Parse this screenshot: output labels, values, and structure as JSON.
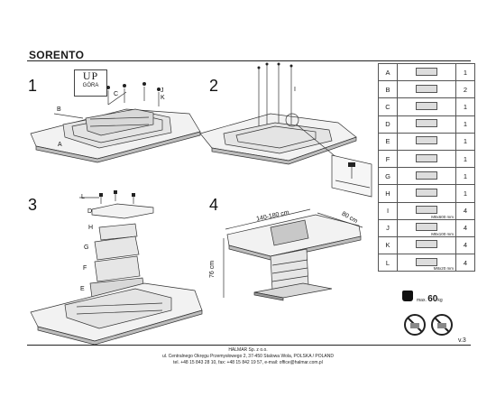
{
  "title": "SORENTO",
  "steps": [
    "1",
    "2",
    "3",
    "4"
  ],
  "up_box": {
    "main": "UP",
    "sub": "GÓRA"
  },
  "step1_labels": {
    "c": "C",
    "j": "J",
    "k": "K",
    "b": "B",
    "a": "A"
  },
  "step2_labels": {
    "i": "I"
  },
  "step3_labels": {
    "l": "L",
    "d": "D",
    "h": "H",
    "g": "G",
    "f": "F",
    "e": "E"
  },
  "dimensions": {
    "length": "140-180 cm",
    "width": "80 cm",
    "height": "76 cm"
  },
  "parts": [
    {
      "letter": "A",
      "qty": "1",
      "spec": ""
    },
    {
      "letter": "B",
      "qty": "2",
      "spec": ""
    },
    {
      "letter": "C",
      "qty": "1",
      "spec": ""
    },
    {
      "letter": "D",
      "qty": "1",
      "spec": ""
    },
    {
      "letter": "E",
      "qty": "1",
      "spec": ""
    },
    {
      "letter": "F",
      "qty": "1",
      "spec": ""
    },
    {
      "letter": "G",
      "qty": "1",
      "spec": ""
    },
    {
      "letter": "H",
      "qty": "1",
      "spec": ""
    },
    {
      "letter": "I",
      "qty": "4",
      "spec": "M8x600 mm"
    },
    {
      "letter": "J",
      "qty": "4",
      "spec": "M8x100 mm"
    },
    {
      "letter": "K",
      "qty": "4",
      "spec": ""
    },
    {
      "letter": "L",
      "qty": "4",
      "spec": "M8x20 mm"
    }
  ],
  "weight": {
    "prefix": "max.",
    "value": "60",
    "unit": "kg"
  },
  "version": "v.3",
  "footer": {
    "company": "HALMAR Sp. z o.o.",
    "address": "ul. Centralnego Okręgu Przemysłowego 2, 37-450 Stalowa Wola, POLSKA / POLAND",
    "contact": "tel. +48 15 843 28 10, fax: +48 15 842 19 57, e-mail: office@halmar.com.pl"
  }
}
